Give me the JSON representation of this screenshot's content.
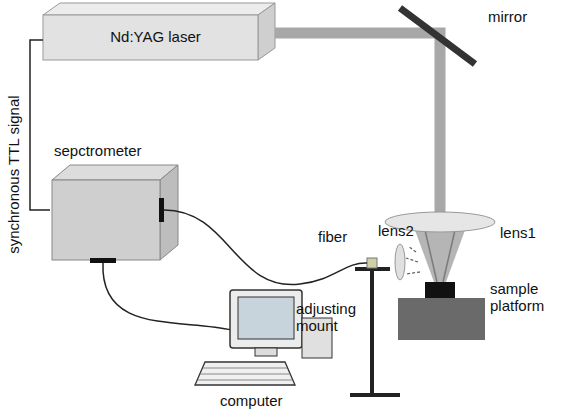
{
  "diagram": {
    "nodes": [
      {
        "text": [
          "Nd:YAG laser"
        ]
      },
      {
        "text": [
          "sepctrometer"
        ]
      }
    ],
    "edges": [
      {
        "from": 0,
        "to": 1,
        "arrow": "none",
        "label": "synchronous TTL signal"
      }
    ],
    "labels": [
      "mirror",
      "lens1",
      "lens2",
      "fiber",
      "adjusting mount",
      "sample platform",
      "computer"
    ]
  }
}
